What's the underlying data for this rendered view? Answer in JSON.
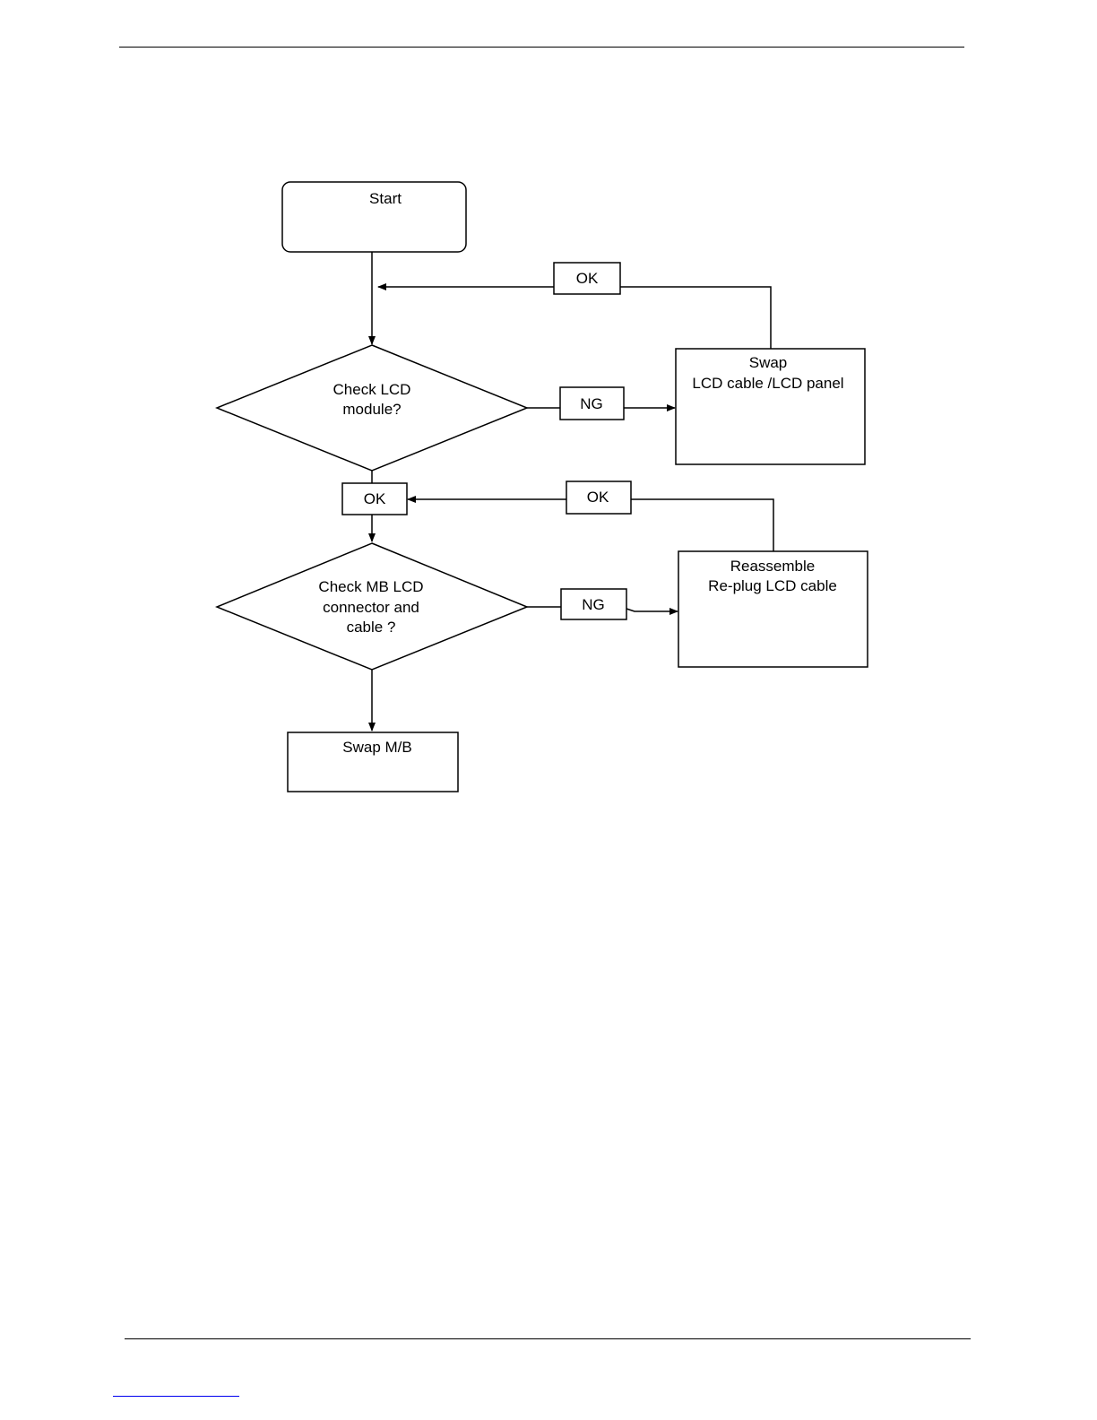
{
  "flowchart": {
    "start": {
      "label": "Start"
    },
    "decision_lcd": {
      "lines": [
        "Check LCD",
        "module?"
      ]
    },
    "decision_mb": {
      "lines": [
        "Check MB LCD",
        "connector and",
        "cable ?"
      ]
    },
    "action_swap_lcd": {
      "lines": [
        "Swap",
        "LCD cable /LCD panel"
      ]
    },
    "action_reassemble": {
      "lines": [
        "Reassemble",
        "Re-plug LCD cable"
      ]
    },
    "action_swap_mb": {
      "label": "Swap M/B"
    },
    "labels": {
      "ok_top": "OK",
      "ng_first": "NG",
      "ok_mid": "OK",
      "ok_right": "OK",
      "ng_second": "NG"
    }
  }
}
